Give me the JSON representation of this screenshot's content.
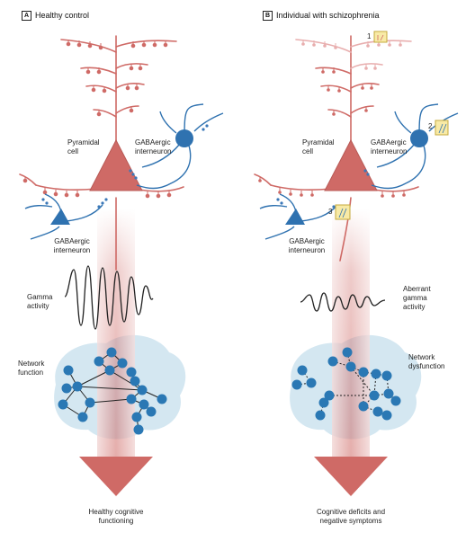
{
  "panels": {
    "A": {
      "letter": "A",
      "title": "Healthy control",
      "pyramidal_label": "Pyramidal\ncell",
      "gaba_right_label": "GABAergic\ninterneuron",
      "gaba_left_label": "GABAergic\ninterneuron",
      "gamma_label": "Gamma\nactivity",
      "network_label": "Network\nfunction",
      "outcome_label": "Healthy cognitive\nfunctioning"
    },
    "B": {
      "letter": "B",
      "title": "Individual with schizophrenia",
      "pyramidal_label": "Pyramidal\ncell",
      "gaba_right_label": "GABAergic\ninterneuron",
      "gaba_left_label": "GABAergic\ninterneuron",
      "gamma_label": "Aberrant\ngamma\nactivity",
      "network_label": "Network\ndysfunction",
      "outcome_label": "Cognitive deficits and\nnegative symptoms",
      "markers": [
        "1",
        "2",
        "3"
      ]
    }
  },
  "colors": {
    "neuron": "#cf6a66",
    "neuron_faded": "#e8aeae",
    "interneuron": "#2f72b0",
    "synapse": "#3b78b8",
    "node": "#2a78b4",
    "brain": "#d4e7f1",
    "marker_fill": "#f8eaa6",
    "arrow": "#cf6a66"
  }
}
